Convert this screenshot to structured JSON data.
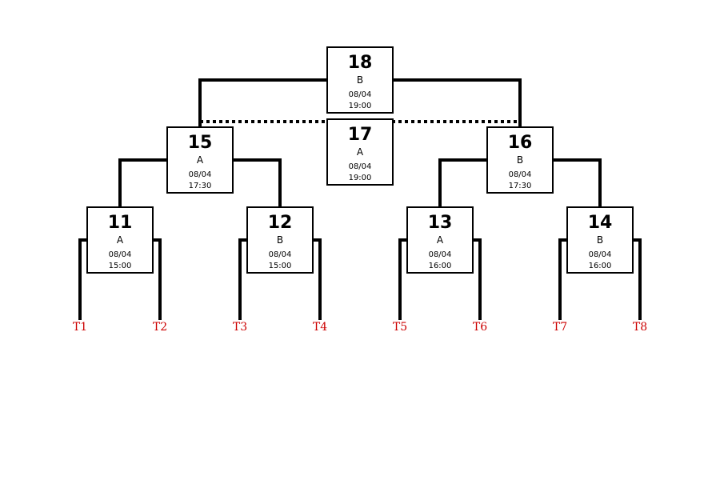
{
  "colors": {
    "line": "#000000",
    "team": "#cc0000"
  },
  "matches": {
    "m18": {
      "num": "18",
      "court": "B",
      "date": "08/04",
      "time": "19:00"
    },
    "m17": {
      "num": "17",
      "court": "A",
      "date": "08/04",
      "time": "19:00"
    },
    "m15": {
      "num": "15",
      "court": "A",
      "date": "08/04",
      "time": "17:30"
    },
    "m16": {
      "num": "16",
      "court": "B",
      "date": "08/04",
      "time": "17:30"
    },
    "m11": {
      "num": "11",
      "court": "A",
      "date": "08/04",
      "time": "15:00"
    },
    "m12": {
      "num": "12",
      "court": "B",
      "date": "08/04",
      "time": "15:00"
    },
    "m13": {
      "num": "13",
      "court": "A",
      "date": "08/04",
      "time": "16:00"
    },
    "m14": {
      "num": "14",
      "court": "B",
      "date": "08/04",
      "time": "16:00"
    }
  },
  "teams": [
    "T1",
    "T2",
    "T3",
    "T4",
    "T5",
    "T6",
    "T7",
    "T8"
  ]
}
